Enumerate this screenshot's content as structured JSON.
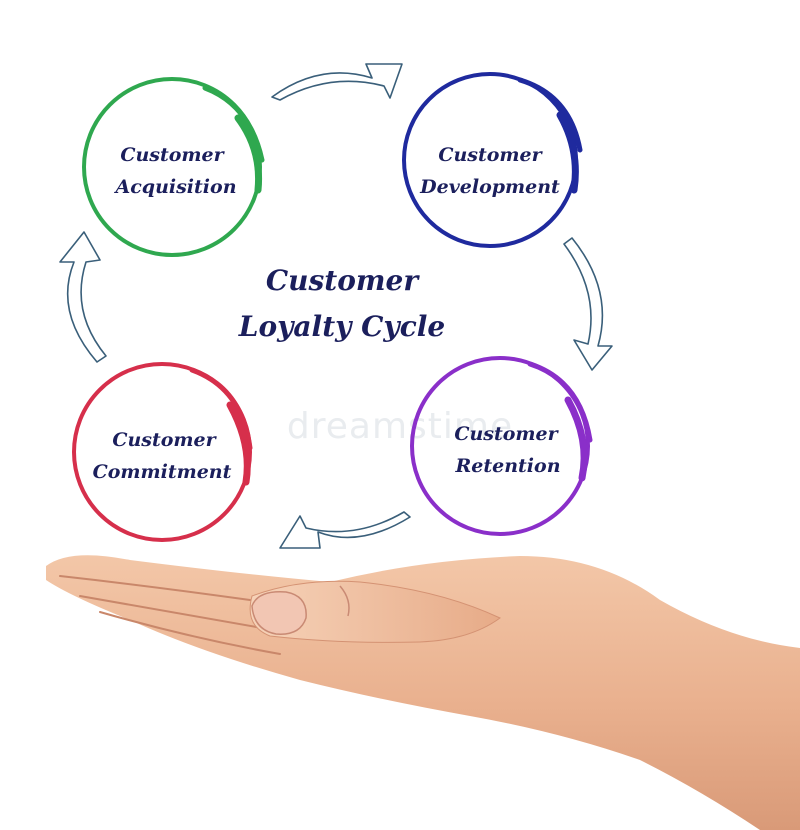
{
  "title": {
    "line1": "Customer",
    "line2": "Loyalty Cycle"
  },
  "nodes": [
    {
      "id": "acquisition",
      "line1": "Customer",
      "line2": "Acquisition",
      "color": "#2fa84f"
    },
    {
      "id": "development",
      "line1": "Customer",
      "line2": "Development",
      "color": "#1f2a9e"
    },
    {
      "id": "retention",
      "line1": "Customer",
      "line2": "Retention",
      "color": "#8a2fc9"
    },
    {
      "id": "commitment",
      "line1": "Customer",
      "line2": "Commitment",
      "color": "#d62f4b"
    }
  ],
  "arrow_color": "#3a5f7a",
  "text_color": "#1b1f5c",
  "watermark": "dreamstime"
}
